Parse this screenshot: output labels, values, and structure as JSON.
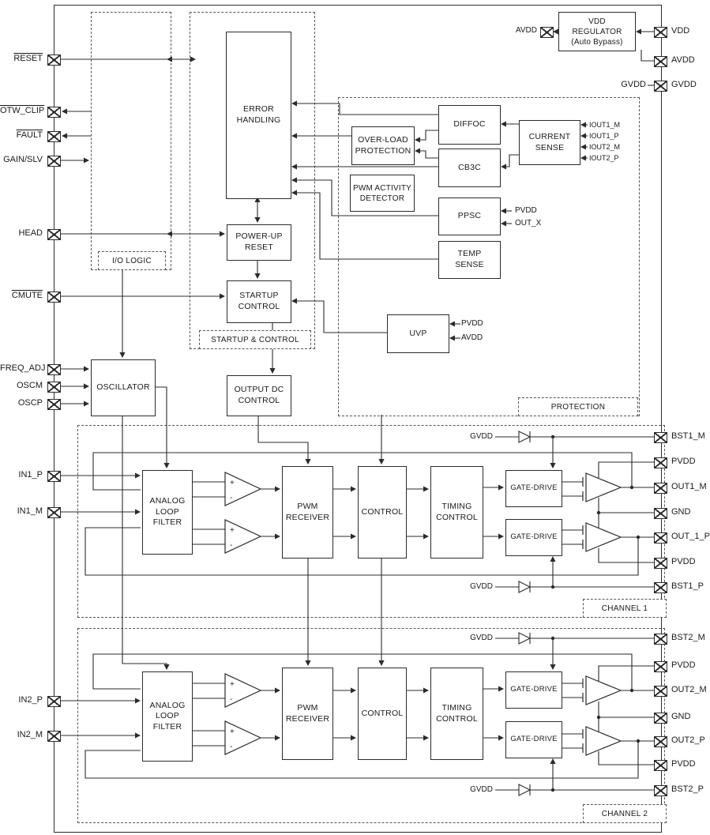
{
  "colors": {
    "ink": "#2b2b2b",
    "paper": "#ffffff"
  },
  "symbols": {
    "plus": "+",
    "minus": "-"
  },
  "regions": {
    "io_logic": "I/O LOGIC",
    "startup": "STARTUP & CONTROL",
    "protection": "PROTECTION",
    "channel1": "CHANNEL 1",
    "channel2": "CHANNEL 2"
  },
  "blocks": {
    "vdd_regulator": "VDD\nREGULATOR\n(Auto Bypass)",
    "error_handling": "ERROR\nHANDLING",
    "power_up_reset": "POWER-UP\nRESET",
    "startup_control": "STARTUP\nCONTROL",
    "oscillator": "OSCILLATOR",
    "output_dc_control": "OUTPUT DC\nCONTROL",
    "overload_protection": "OVER-LOAD\nPROTECTION",
    "diffoc": "DIFFOC",
    "cb3c": "CB3C",
    "current_sense": "CURRENT\nSENSE",
    "pwm_activity_detector": "PWM ACTIVITY\nDETECTOR",
    "ppsc": "PPSC",
    "temp_sense": "TEMP\nSENSE",
    "uvp": "UVP",
    "analog_loop_filter": "ANALOG\nLOOP\nFILTER",
    "pwm_receiver": "PWM\nRECEIVER",
    "control": "CONTROL",
    "timing_control": "TIMING\nCONTROL",
    "gate_drive": "GATE-DRIVE"
  },
  "labels": {
    "avdd_internal": "AVDD",
    "gvdd_pin": "GVDD",
    "iout1_m": "IOUT1_M",
    "iout1_p": "IOUT1_P",
    "iout2_m": "IOUT2_M",
    "iout2_p": "IOUT2_P",
    "ppsc_pvdd": "PVDD",
    "ppsc_outx": "OUT_X",
    "uvp_pvdd": "PVDD",
    "uvp_avdd": "AVDD",
    "gvdd_bst1m": "GVDD",
    "gvdd_bst1p": "GVDD",
    "gvdd_bst2m": "GVDD",
    "gvdd_bst2p": "GVDD"
  },
  "pins": {
    "left": [
      {
        "name": "RESET",
        "overline": true
      },
      {
        "name": "OTW_CLIP",
        "overline": true
      },
      {
        "name": "FAULT",
        "overline": true
      },
      {
        "name": "GAIN/SLV",
        "overline": false
      },
      {
        "name": "HEAD",
        "overline": false
      },
      {
        "name": "CMUTE",
        "overline": true
      },
      {
        "name": "FREQ_ADJ",
        "overline": false
      },
      {
        "name": "OSCM",
        "overline": false
      },
      {
        "name": "OSCP",
        "overline": false
      },
      {
        "name": "IN1_P",
        "overline": false
      },
      {
        "name": "IN1_M",
        "overline": false
      },
      {
        "name": "IN2_P",
        "overline": false
      },
      {
        "name": "IN2_M",
        "overline": false
      }
    ],
    "right": [
      "VDD",
      "AVDD",
      "GVDD",
      "BST1_M",
      "PVDD",
      "OUT1_M",
      "GND",
      "OUT_1_P",
      "PVDD",
      "BST1_P",
      "BST2_M",
      "PVDD",
      "OUT2_M",
      "GND",
      "OUT2_P",
      "PVDD",
      "BST2_P"
    ]
  }
}
